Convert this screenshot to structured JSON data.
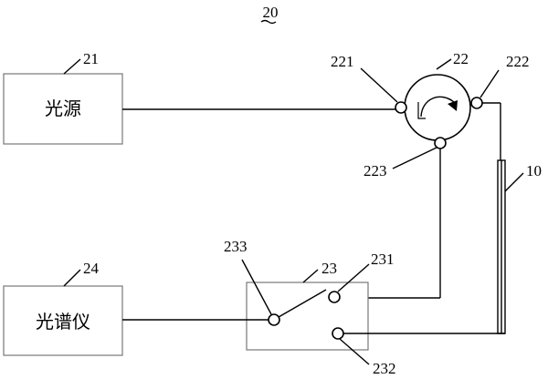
{
  "figure": {
    "number": "20"
  },
  "light_source": {
    "ref": "21",
    "label": "光源"
  },
  "circulator": {
    "ref": "22",
    "port_1": "221",
    "port_2": "222",
    "port_3": "223"
  },
  "switch": {
    "ref": "23",
    "port_common": "233",
    "port_1": "231",
    "port_2": "232"
  },
  "spectrometer": {
    "ref": "24",
    "label": "光谱仪"
  },
  "sensor": {
    "ref": "10"
  }
}
